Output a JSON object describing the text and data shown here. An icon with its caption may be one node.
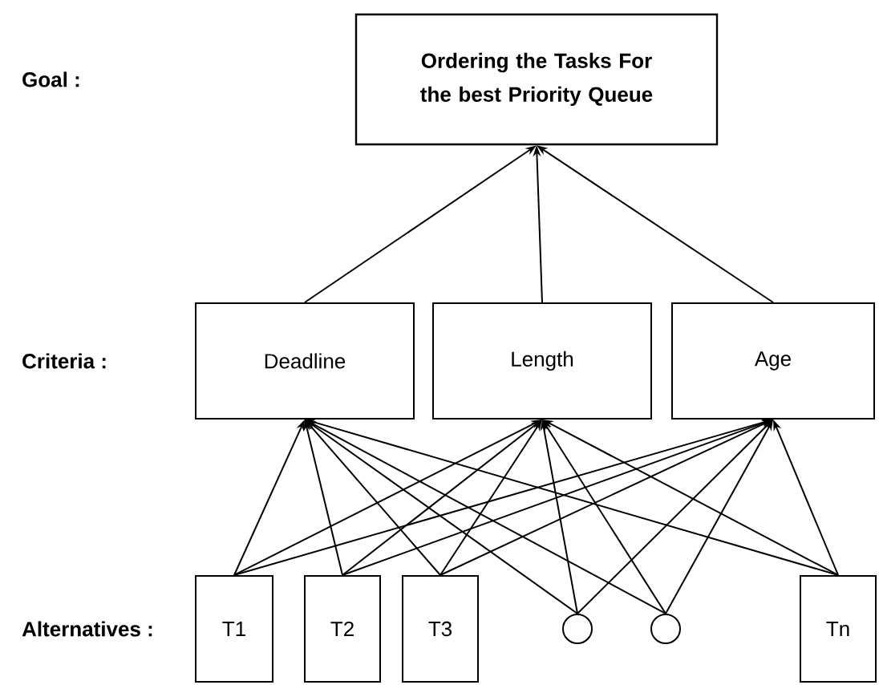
{
  "diagram": {
    "nodes": [
      {
        "text": [
          "Ordering the Tasks For the best Priority Queue"
        ]
      },
      {
        "text": [
          "Deadline"
        ]
      },
      {
        "text": [
          "Length"
        ]
      },
      {
        "text": [
          "Age"
        ]
      },
      {
        "text": [
          "T1"
        ]
      },
      {
        "text": [
          "T2"
        ]
      },
      {
        "text": [
          "T3"
        ]
      },
      {
        "text": [],
        "shape": "circle"
      },
      {
        "text": [],
        "shape": "circle"
      },
      {
        "text": [
          "Tn"
        ]
      }
    ],
    "edges": [
      {
        "from": 1,
        "to": 0,
        "arrow": "to"
      },
      {
        "from": 2,
        "to": 0,
        "arrow": "to"
      },
      {
        "from": 3,
        "to": 0,
        "arrow": "to"
      },
      {
        "from": 4,
        "to": 1,
        "arrow": "to"
      },
      {
        "from": 4,
        "to": 2,
        "arrow": "to"
      },
      {
        "from": 4,
        "to": 3,
        "arrow": "to"
      },
      {
        "from": 5,
        "to": 1,
        "arrow": "to"
      },
      {
        "from": 5,
        "to": 2,
        "arrow": "to"
      },
      {
        "from": 5,
        "to": 3,
        "arrow": "to"
      },
      {
        "from": 6,
        "to": 1,
        "arrow": "to"
      },
      {
        "from": 6,
        "to": 2,
        "arrow": "to"
      },
      {
        "from": 6,
        "to": 3,
        "arrow": "to"
      },
      {
        "from": 7,
        "to": 1,
        "arrow": "to"
      },
      {
        "from": 7,
        "to": 2,
        "arrow": "to"
      },
      {
        "from": 7,
        "to": 3,
        "arrow": "to"
      },
      {
        "from": 8,
        "to": 1,
        "arrow": "to"
      },
      {
        "from": 8,
        "to": 2,
        "arrow": "to"
      },
      {
        "from": 8,
        "to": 3,
        "arrow": "to"
      },
      {
        "from": 9,
        "to": 1,
        "arrow": "to"
      },
      {
        "from": 9,
        "to": 2,
        "arrow": "to"
      },
      {
        "from": 9,
        "to": 3,
        "arrow": "to"
      }
    ],
    "labels": [
      "Goal :",
      "Criteria :",
      "Alternatives :"
    ]
  }
}
